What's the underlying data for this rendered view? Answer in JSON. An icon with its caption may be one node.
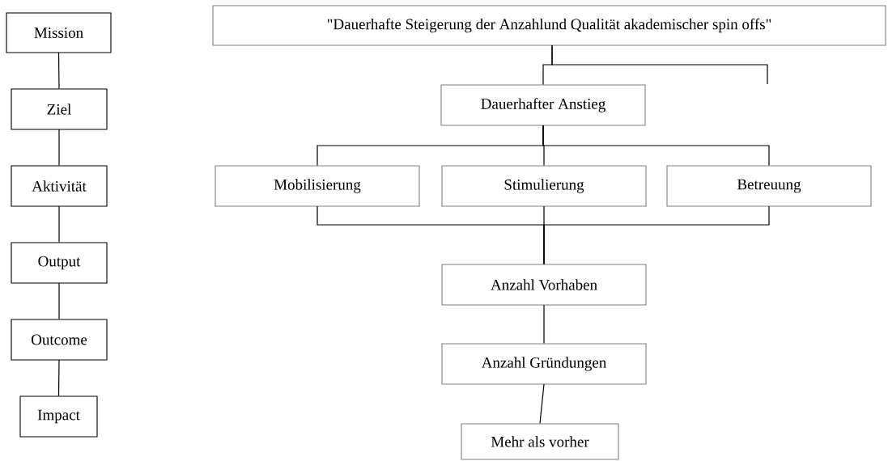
{
  "diagram": {
    "nodes": [
      {
        "text": [
          "Mission"
        ]
      },
      {
        "text": [
          "Ziel"
        ]
      },
      {
        "text": [
          "Aktivität"
        ]
      },
      {
        "text": [
          "Output"
        ]
      },
      {
        "text": [
          "Outcome"
        ]
      },
      {
        "text": [
          "Impact"
        ]
      },
      {
        "text": [
          "\"Dauerhafte Steigerung der Anzahlund Qualität akademischer spin offs\""
        ]
      },
      {
        "text": [
          "Dauerhafter Anstieg"
        ]
      },
      {
        "text": [
          "Mobilisierung"
        ]
      },
      {
        "text": [
          "Stimulierung"
        ]
      },
      {
        "text": [
          "Betreuung"
        ]
      },
      {
        "text": [
          "Anzahl Vorhaben"
        ]
      },
      {
        "text": [
          "Anzahl Gründungen"
        ]
      },
      {
        "text": [
          "Mehr als vorher"
        ]
      }
    ],
    "edges": [
      {
        "from": 0,
        "to": 1,
        "arrow": "none"
      },
      {
        "from": 1,
        "to": 2,
        "arrow": "none"
      },
      {
        "from": 2,
        "to": 3,
        "arrow": "none"
      },
      {
        "from": 3,
        "to": 4,
        "arrow": "none"
      },
      {
        "from": 4,
        "to": 5,
        "arrow": "none"
      },
      {
        "from": 6,
        "to": 7,
        "arrow": "none"
      },
      {
        "from": 6,
        "to": null,
        "arrow": "none"
      },
      {
        "from": 7,
        "to": 8,
        "arrow": "none"
      },
      {
        "from": 7,
        "to": 9,
        "arrow": "none"
      },
      {
        "from": 7,
        "to": 10,
        "arrow": "none"
      },
      {
        "from": 8,
        "to": 11,
        "arrow": "none"
      },
      {
        "from": 9,
        "to": 11,
        "arrow": "none"
      },
      {
        "from": 10,
        "to": 11,
        "arrow": "none"
      },
      {
        "from": 11,
        "to": 12,
        "arrow": "none"
      },
      {
        "from": 12,
        "to": 13,
        "arrow": "none"
      }
    ]
  }
}
